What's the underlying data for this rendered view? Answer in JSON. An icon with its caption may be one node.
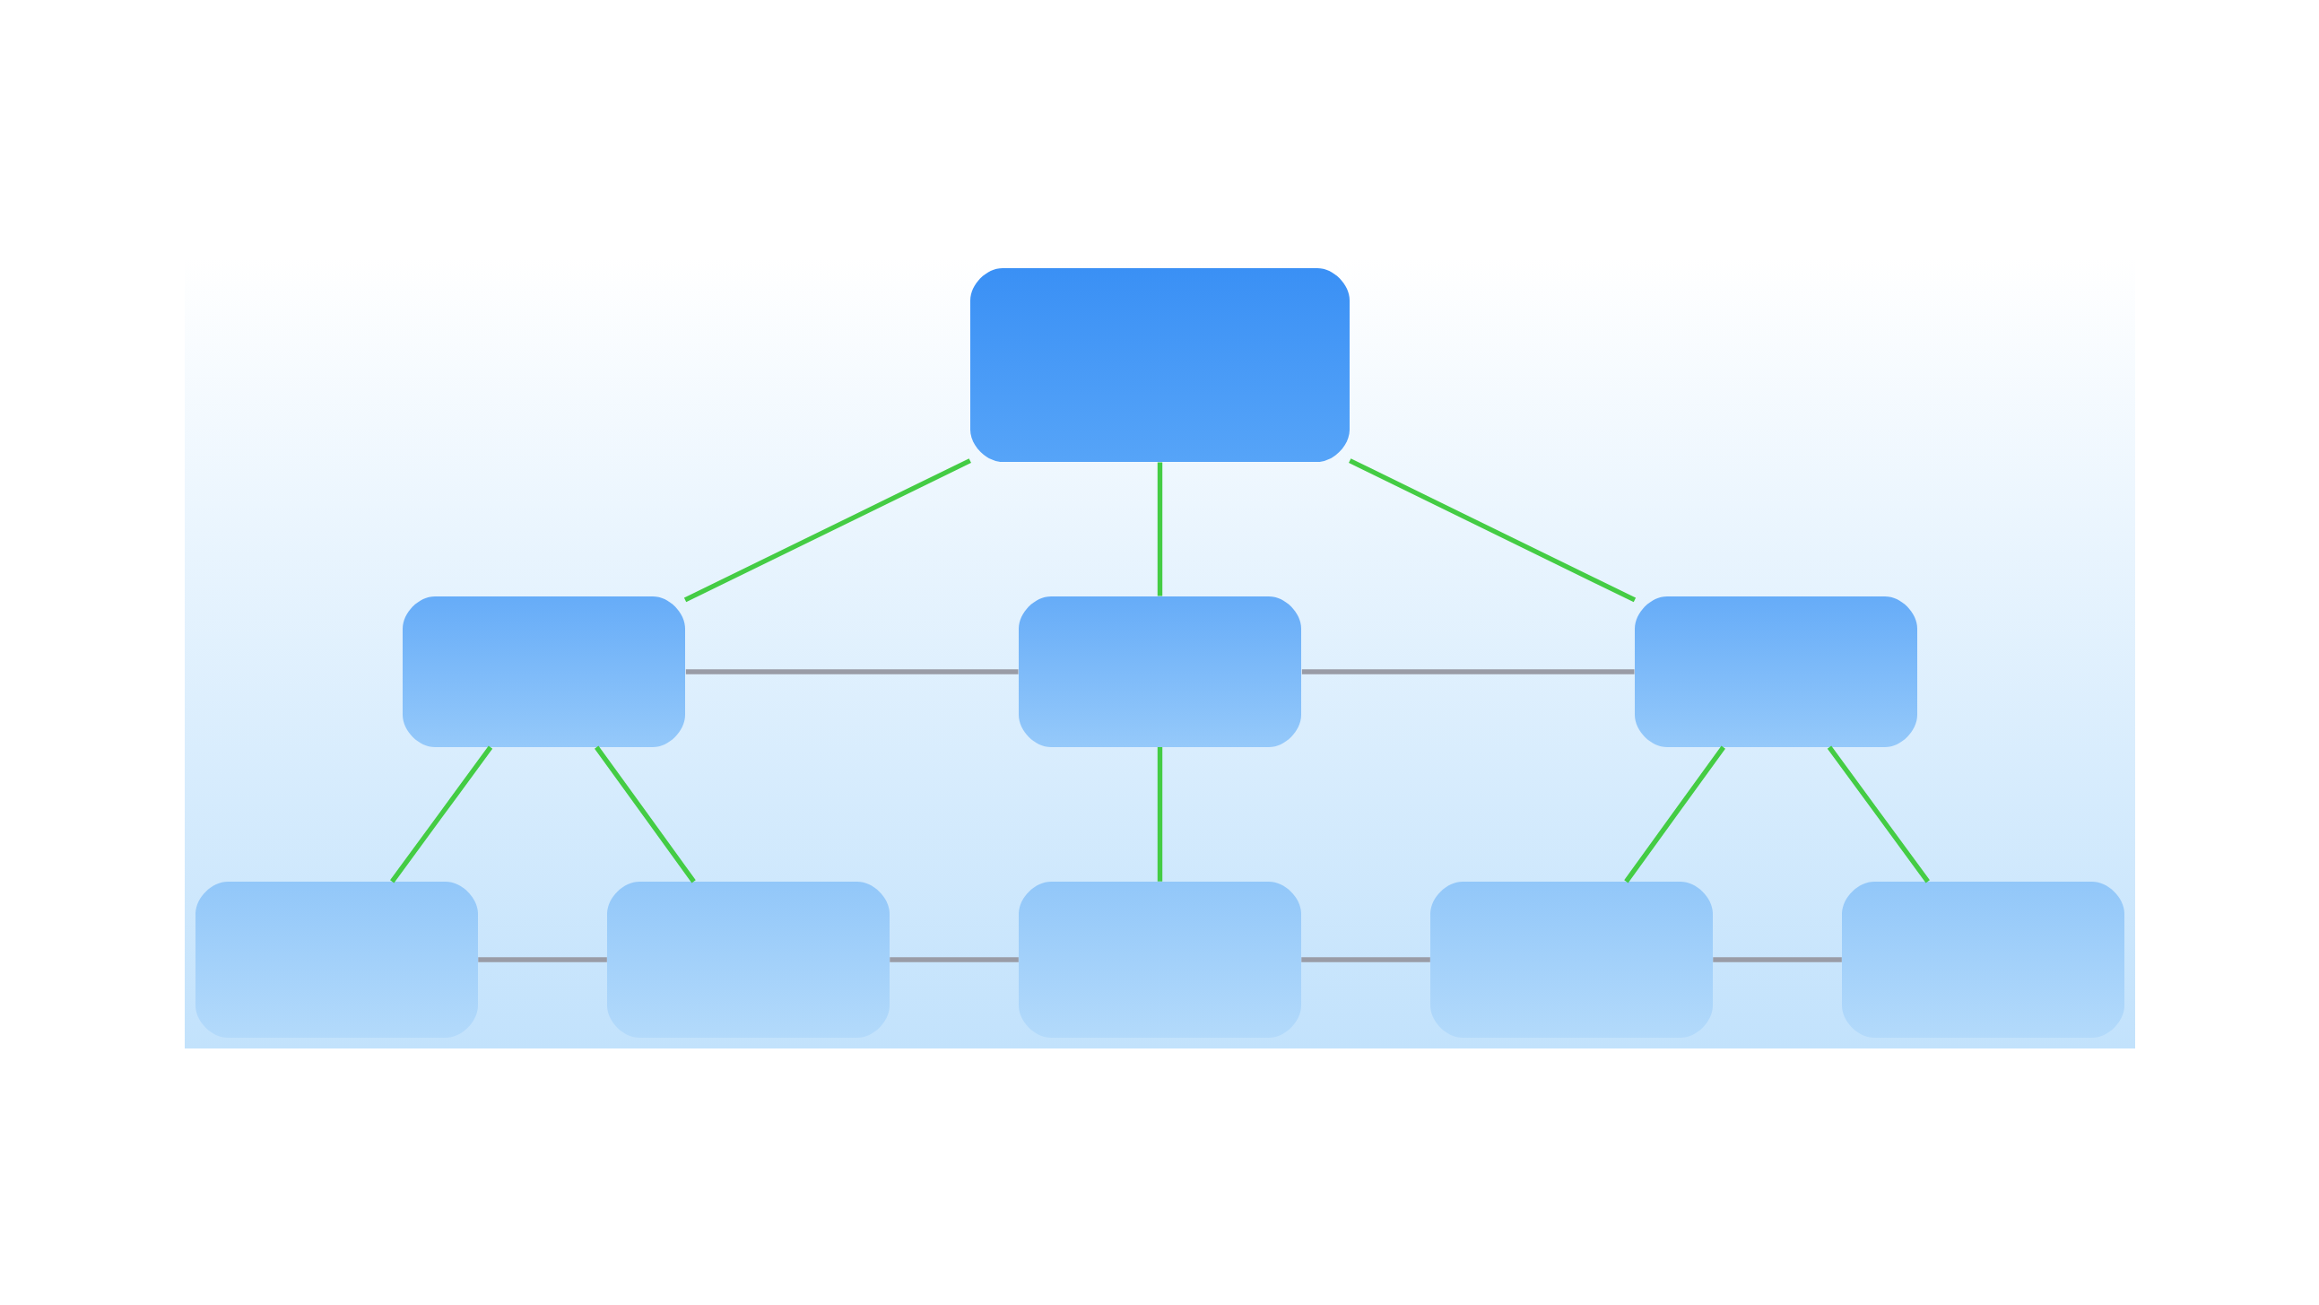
{
  "diagram": {
    "nodes": [
      {
        "text": [],
        "shape": "box"
      },
      {
        "text": [],
        "shape": "box"
      },
      {
        "text": [],
        "shape": "box"
      },
      {
        "text": [],
        "shape": "box"
      },
      {
        "text": [],
        "shape": "box"
      },
      {
        "text": [],
        "shape": "box"
      },
      {
        "text": [],
        "shape": "box"
      },
      {
        "text": [],
        "shape": "box"
      },
      {
        "text": [],
        "shape": "box"
      }
    ],
    "edges": [
      {
        "from": 0,
        "to": 1,
        "arrow": "none"
      },
      {
        "from": 0,
        "to": 2,
        "arrow": "none"
      },
      {
        "from": 0,
        "to": 3,
        "arrow": "none"
      },
      {
        "from": 1,
        "to": 2,
        "arrow": "none",
        "color": "#9a9ca6"
      },
      {
        "from": 2,
        "to": 3,
        "arrow": "none",
        "color": "#9a9ca6"
      },
      {
        "from": 1,
        "to": 4,
        "arrow": "none"
      },
      {
        "from": 1,
        "to": 5,
        "arrow": "none"
      },
      {
        "from": 2,
        "to": 6,
        "arrow": "none"
      },
      {
        "from": 3,
        "to": 7,
        "arrow": "none"
      },
      {
        "from": 3,
        "to": 8,
        "arrow": "none"
      },
      {
        "from": 4,
        "to": 5,
        "arrow": "none",
        "color": "#9a9ca6"
      },
      {
        "from": 5,
        "to": 6,
        "arrow": "none",
        "color": "#9a9ca6"
      },
      {
        "from": 6,
        "to": 7,
        "arrow": "none",
        "color": "#9a9ca6"
      },
      {
        "from": 7,
        "to": 8,
        "arrow": "none",
        "color": "#9a9ca6"
      }
    ]
  }
}
